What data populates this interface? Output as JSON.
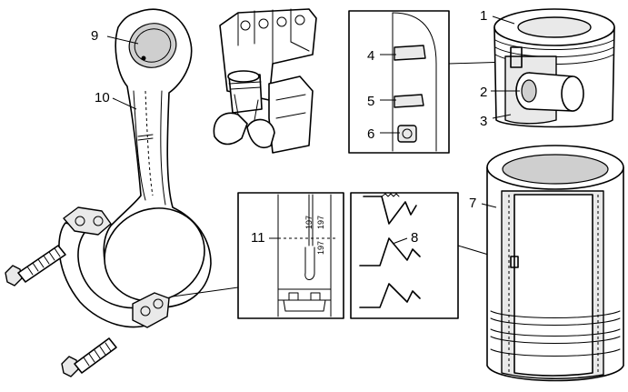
{
  "callouts": {
    "c1": "1",
    "c2": "2",
    "c3": "3",
    "c4": "4",
    "c5": "5",
    "c6": "6",
    "c7": "7",
    "c8": "8",
    "c9": "9",
    "c10": "10",
    "c11": "11"
  },
  "rod_marking": {
    "mark_a": "197",
    "mark_b": "197",
    "mark_c": "197"
  }
}
